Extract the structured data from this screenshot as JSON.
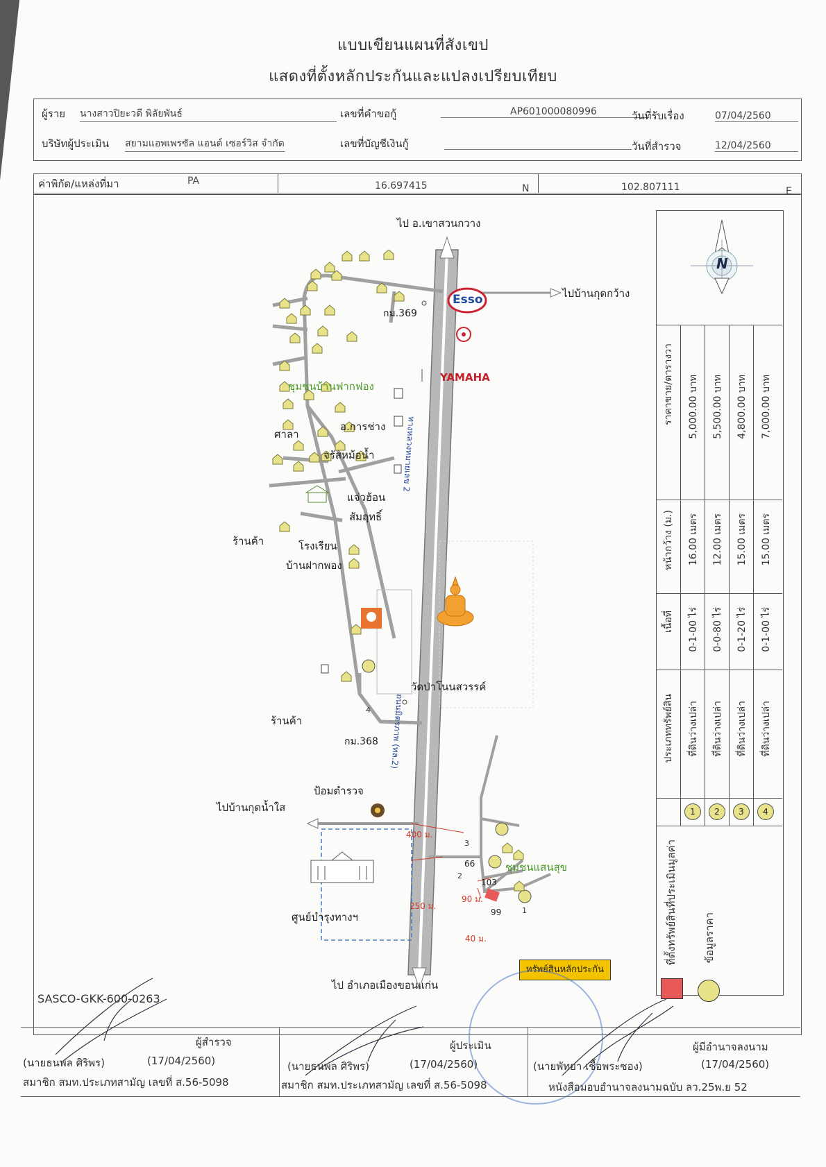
{
  "title": {
    "line1": "แบบเขียนแผนที่สังเขป",
    "line2": "แสดงที่ตั้งหลักประกันและแปลงเปรียบเทียบ"
  },
  "header": {
    "borrower_label": "ผู้ราย",
    "borrower_name": "นางสาวปิยะวดี  พิลัยพันธ์",
    "loan_no_label": "เลขที่คำขอกู้",
    "loan_no": "AP601000080996",
    "received_label": "วันที่รับเรื่อง",
    "received_date": "07/04/2560",
    "company_label": "บริษัทผู้ประเมิน",
    "company_name": "สยามแอพเพรซัล แอนด์ เซอร์วิส จำกัด",
    "account_label": "เลขที่บัญชีเงินกู้",
    "survey_label": "วันที่สำรวจ",
    "survey_date": "12/04/2560",
    "coord_label": "ค่าพิกัด/แหล่งที่มา",
    "coord_source": "PA",
    "lat": "16.697415",
    "lat_dir": "N",
    "lon": "102.807111",
    "lon_dir": "E"
  },
  "map": {
    "north_label": "ไป  อ.เขาสวนกวาง",
    "south_label": "ไป  อำเภอเมืองขอนแก่น",
    "east_road": "ไปบ้านกุดกว้าง",
    "west_road": "ไปบ้านกุดน้ำใส",
    "km369": "กม.369",
    "km368": "กม.368",
    "highway_label_1": "ทางหลวงหมายเลข 2",
    "highway_label_2": "ถนนมิตรภาพ (ทล.2)",
    "esso": "Esso",
    "yamaha": "YAMAHA",
    "community_1": "ชุมชนบ้านฟากฟอง",
    "community_2": "ชุมชนแสนสุข",
    "sala": "ศาลา",
    "garage": "อ.การช่าง",
    "shop_1": "จรัสหม้อน้ำ",
    "shop_2a": "แจ่วฮ้อน",
    "shop_2b": "สัมฤทธิ์",
    "store_1": "ร้านค้า",
    "store_2": "ร้านค้า",
    "school_a": "โรงเรียน",
    "school_b": "บ้านฝากพอง",
    "temple": "วัดป่าโนนสวรรค์",
    "police": "ป้อมตำรวจ",
    "maintenance": "ศูนย์บำรุงทางฯ",
    "dist_400": "400 ม.",
    "dist_250": "250 ม.",
    "dist_90": "90 ม.",
    "dist_40": "40 ม.",
    "collateral_tag": "ทรัพย์สินหลักประกัน",
    "lot_66": "66",
    "lot_103": "103",
    "lot_99": "99",
    "marker_1": "1",
    "marker_2": "2",
    "marker_3": "3",
    "marker_4": "4"
  },
  "table": {
    "headers": [
      "ประเภททรัพย์สิน",
      "เนื้อที่",
      "หน้ากว้าง (ม.)",
      "ราคาขาย/ตารางวา"
    ],
    "rows": [
      {
        "no": "1",
        "type": "ที่ดินว่างเปล่า",
        "area": "0-1-00 ไร่",
        "width": "16.00  เมตร",
        "price": "5,000.00 บาท"
      },
      {
        "no": "2",
        "type": "ที่ดินว่างเปล่า",
        "area": "0-0-80 ไร่",
        "width": "12.00  เมตร",
        "price": "5,500.00 บาท"
      },
      {
        "no": "3",
        "type": "ที่ดินว่างเปล่า",
        "area": "0-1-20 ไร่",
        "width": "15.00  เมตร",
        "price": "4,800.00 บาท"
      },
      {
        "no": "4",
        "type": "ที่ดินว่างเปล่า",
        "area": "0-1-00 ไร่",
        "width": "15.00  เมตร",
        "price": "7,000.00 บาท"
      }
    ],
    "legend_collateral": "ที่ตั้งทรัพย์สินที่ประเมินมูลค่า",
    "legend_price": "ข้อมูลราคา",
    "north_letter": "N"
  },
  "doc_code": "SASCO-GKK-600-0263",
  "footer": {
    "surveyor_role": "ผู้สำรวจ",
    "surveyor_name": "(นายธนพล  ศิริพร)",
    "surveyor_date": "(17/04/2560)",
    "surveyor_member": "สมาชิก สมท.ประเภทสามัญ เลขที่ ส.56-5098",
    "appraiser_role": "ผู้ประเมิน",
    "appraiser_name": "(นายธนพล  ศิริพร)",
    "appraiser_date": "(17/04/2560)",
    "appraiser_member": "สมาชิก สมท.ประเภทสามัญ เลขที่ ส.56-5098",
    "signer_role": "ผู้มีอำนาจลงนาม",
    "signer_name": "(นายพัทยา  เชื้อพระซอง)",
    "signer_date": "(17/04/2560)",
    "signer_auth": "หนังสือมอบอำนาจลงนามฉบับ ลว.25พ.ย 52"
  },
  "colors": {
    "road": "#9a9a9a",
    "green_text": "#4a9a2a",
    "house_fill": "#e8e28a",
    "red": "#d23a2a",
    "collateral_red": "#e85a5a",
    "yellow_tag": "#f3c300"
  }
}
